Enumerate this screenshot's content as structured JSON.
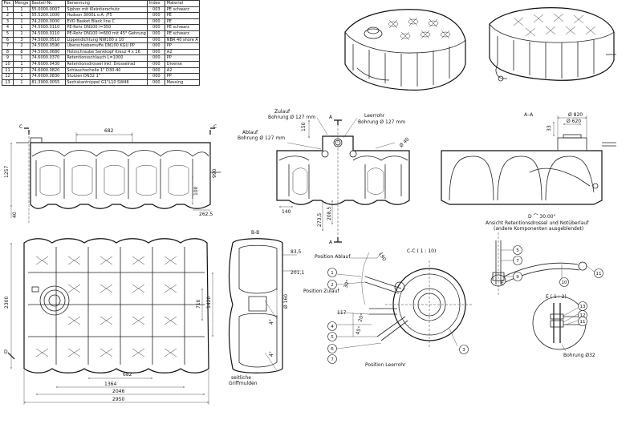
{
  "bom": {
    "headers": [
      "Pos",
      "Menge",
      "Bauteil-Nr.",
      "Benennung",
      "Index",
      "Material"
    ],
    "rows": [
      [
        "1",
        "1",
        "55.0000.0007",
        "Siphon mit Kleintierschutz",
        "003",
        "PE schwarz"
      ],
      [
        "2",
        "1",
        "55.5200.1000",
        "Hudson 3000L o.A. /F5",
        "000",
        "PE"
      ],
      [
        "3",
        "1",
        "74.2000.0000",
        "EVO Basket Black line C",
        "000",
        "PE"
      ],
      [
        "4",
        "1",
        "74.5000.0110",
        "PE-Rohr DN100 l=350",
        "000",
        "PE schwarz"
      ],
      [
        "5",
        "1",
        "74.5000.0110",
        "PE-Rohr DN100 l=600 mit 45° Gehrung",
        "000",
        "PE schwarz"
      ],
      [
        "6",
        "3",
        "74.5000.0510",
        "Lippendichtung NW100 x 10",
        "000",
        "NBR 40 shore A"
      ],
      [
        "7",
        "2",
        "74.5000.0590",
        "Überschiebemuffe DN100 KGU PP",
        "000",
        "PP"
      ],
      [
        "8",
        "8",
        "74.5000.0680",
        "Holzschraube Senkkopf Kreuz 4 x 16",
        "000",
        "A2"
      ],
      [
        "9",
        "1",
        "74.6000.0370",
        "Retentionsschlauch L=1000",
        "000",
        "PP"
      ],
      [
        "10",
        "1",
        "74.6000.0430",
        "Retentionsdrossel inkl. Drosselrad",
        "000",
        "Diverse"
      ],
      [
        "11",
        "2",
        "74.6000.0820",
        "Schlauchschelle 1\" D30-40",
        "000",
        "A2"
      ],
      [
        "12",
        "1",
        "74.6000.0830",
        "Stutzen DN32 1\"",
        "000",
        "PP"
      ],
      [
        "13",
        "1",
        "81.3900.0055",
        "Sechskantnippel G1\"L10 SW46",
        "000",
        "Messing"
      ]
    ]
  },
  "labels": {
    "zulauf": "Zulauf",
    "zulauf_bohrung": "Bohrung Ø 127 mm",
    "leerrohr": "Leerrohr",
    "leerrohr_bohrung": "Bohrung Ø 127 mm",
    "ablauf": "Ablauf",
    "ablauf_bohrung": "Bohrung Ø 127 mm",
    "section_aa": "A–A",
    "section_bb": "B-B",
    "section_cc": "C-C ( 1 : 10)",
    "detail_d": "D ⌒ 30.00°",
    "detail_d_caption1": "Ansicht Retentionsdrossel und Notüberlauf",
    "detail_d_caption2": "(andere Komponenten ausgeblendet)",
    "detail_e": "E ( 1 : 2)",
    "bohrung32": "Bohrung Ø32",
    "position_ablauf": "Position Ablauf",
    "position_zulauf": "Position Zulauf",
    "position_leerrohr": "Position Leerrohr",
    "griffmulden1": "seitliche",
    "griffmulden2": "Griffmulden",
    "cut_a1": "A",
    "cut_a2": "A",
    "cut_c1": "C",
    "cut_c2": "C",
    "cut_d": "D",
    "cut_e": "E"
  },
  "dims": {
    "d682_top": "682",
    "d1257": "1257",
    "d990": "990",
    "d100": "100",
    "d262": "262,5",
    "d40": "40",
    "d150": "150",
    "d140": "140",
    "d273": "273,5",
    "d208": "208,5",
    "d820": "Ø 820",
    "d620": "Ø 620",
    "d33": "33",
    "d40r": "Ø 40",
    "d2300": "2300",
    "d710": "710",
    "d1420": "1420",
    "d682_bot": "682",
    "d1364": "1364",
    "d2046": "2046",
    "d2950": "2950",
    "d83": "83,5",
    "d201": "201,1",
    "d160": "Ø 160",
    "d4a": "4°",
    "d4b": "4°",
    "d190": "190",
    "d117": "117",
    "d30": "30°",
    "d20": "20°",
    "d45": "45°"
  },
  "callouts": {
    "cc": [
      "1",
      "2",
      "4",
      "5",
      "6",
      "7",
      "3"
    ],
    "d": [
      "5",
      "7",
      "9",
      "10",
      "11"
    ],
    "e": [
      "13",
      "12",
      "11"
    ]
  }
}
